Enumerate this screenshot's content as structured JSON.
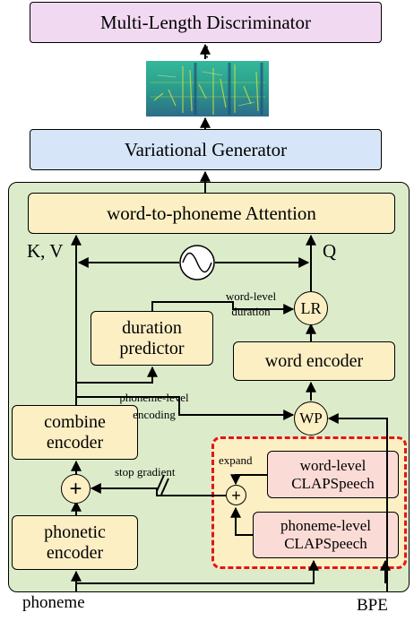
{
  "blocks": {
    "discriminator": "Multi-Length Discriminator",
    "generator": "Variational Generator",
    "attention": "word-to-phoneme Attention",
    "duration_predictor": [
      "duration",
      "predictor"
    ],
    "word_encoder": "word encoder",
    "combine_encoder": [
      "combine",
      "encoder"
    ],
    "phonetic_encoder": [
      "phonetic",
      "encoder"
    ],
    "word_clap": [
      "word-level",
      "CLAPSpeech"
    ],
    "phoneme_clap": [
      "phoneme-level",
      "CLAPSpeech"
    ]
  },
  "nodes": {
    "lr": "LR",
    "wp": "WP",
    "plus": "+"
  },
  "labels": {
    "kv": "K, V",
    "q": "Q",
    "word_level_duration": [
      "word-level",
      "duration"
    ],
    "phoneme_level_encoding": [
      "phoneme-level",
      "encoding"
    ],
    "stop_gradient": "stop gradient",
    "expand": "expand",
    "ellipsis": "⋮"
  },
  "inputs": {
    "phoneme": "phoneme",
    "bpe": "BPE"
  },
  "colors": {
    "discriminator_fill": "#f2d9f2",
    "generator_fill": "#d6e6f8",
    "backdrop_fill": "#dceccb",
    "module_fill": "#fdefc4",
    "clap_fill": "#fbdbd6",
    "clap_border": "#e01818"
  }
}
